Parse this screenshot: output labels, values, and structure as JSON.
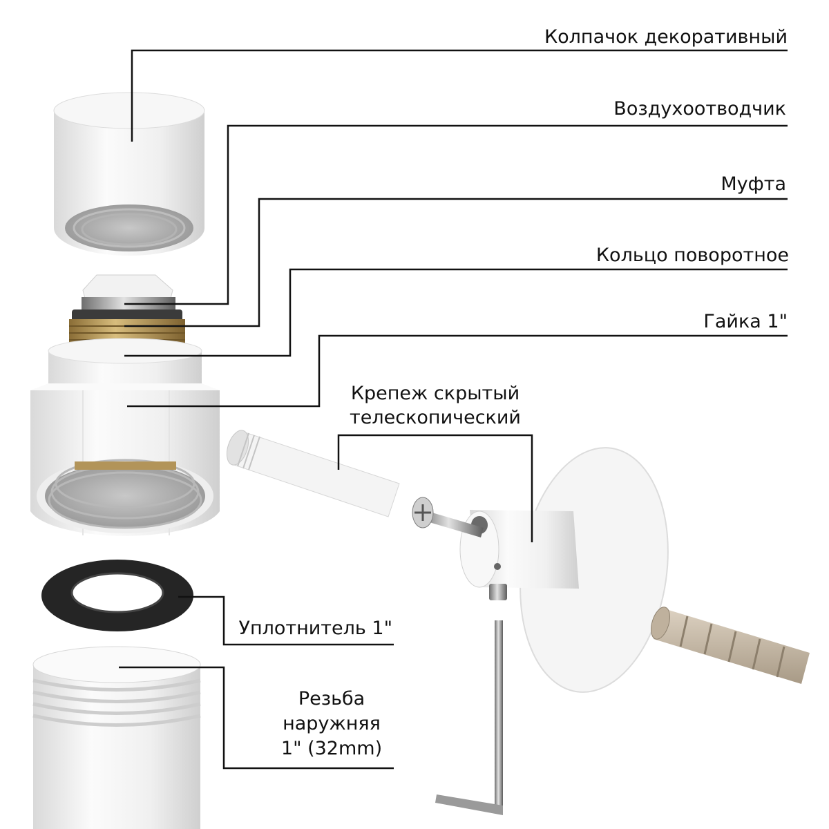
{
  "labels": {
    "cap": "Колпачок  декоративный",
    "air_vent": "Воздухоотводчик",
    "coupling": "Муфта",
    "ring": "Кольцо поворотное",
    "nut": "Гайка 1\"",
    "mount_line1": "Крепеж  скрытый",
    "mount_line2": "телескопический",
    "seal": "Уплотнитель 1\"",
    "thread_line1": "Резьба",
    "thread_line2": "наружняя",
    "thread_line3": "1\" (32mm)"
  },
  "colors": {
    "line": "#111111",
    "white_part": "#f3f3f3",
    "brass": "#c2a56a",
    "rubber": "#2a2a2a",
    "dowel": "#c9bca8"
  }
}
